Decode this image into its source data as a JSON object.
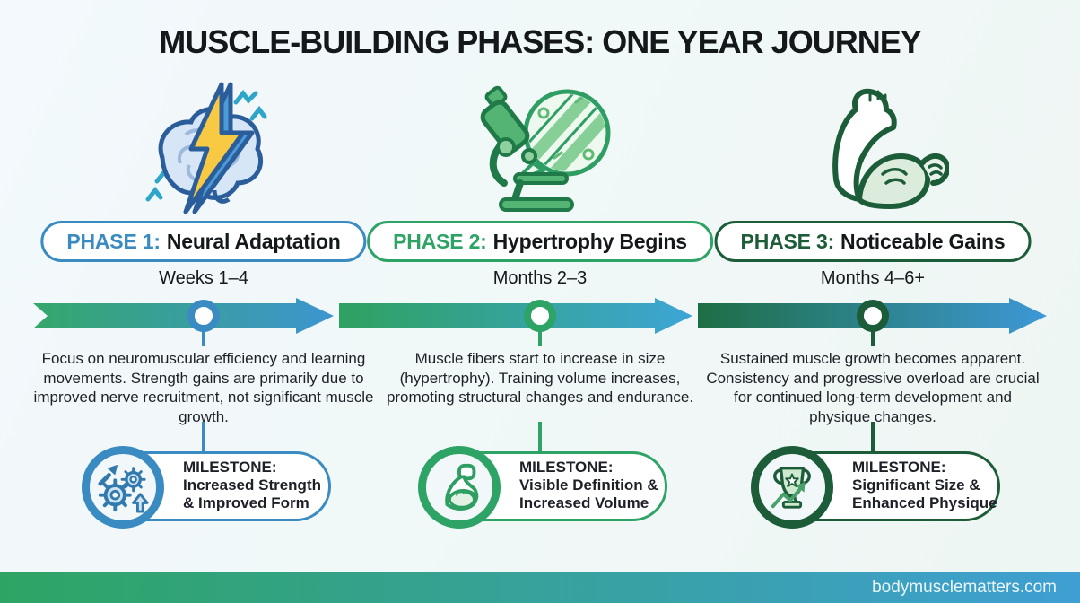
{
  "title": "MUSCLE-BUILDING PHASES: ONE YEAR JOURNEY",
  "colors": {
    "phase1_accent": "#3a8bc2",
    "phase2_accent": "#2ea366",
    "phase3_accent": "#1d5c38",
    "timeline_green": "#35a76b",
    "timeline_blue": "#3d95d0",
    "footer_green": "#2ea464",
    "footer_blue": "#3f9fd3",
    "background": "#f1f7f9"
  },
  "phases": [
    {
      "pill_prefix": "PHASE 1:",
      "pill_title": "Neural Adaptation",
      "timeframe": "Weeks 1–4",
      "top_icon": "brain-lightning-icon",
      "description": "Focus on neuromuscular efficiency and learning movements. Strength gains are primarily due to improved nerve recruitment, not significant muscle growth.",
      "milestone_label": "MILESTONE:",
      "milestone_text": "Increased Strength & Improved Form",
      "milestone_icon": "gears-arrows-icon"
    },
    {
      "pill_prefix": "PHASE 2:",
      "pill_title": "Hypertrophy Begins",
      "timeframe": "Months 2–3",
      "top_icon": "microscope-muscle-fibers-icon",
      "description": "Muscle fibers start to increase in size (hypertrophy). Training volume increases, promoting structural changes and endurance.",
      "milestone_label": "MILESTONE:",
      "milestone_text": "Visible Definition & Increased Volume",
      "milestone_icon": "flexed-arm-tape-icon"
    },
    {
      "pill_prefix": "PHASE 3:",
      "pill_title": "Noticeable Gains",
      "timeframe": "Months 4–6+",
      "top_icon": "flexed-arm-icon",
      "description": "Sustained muscle growth becomes apparent. Consistency and progressive overload are crucial for continued long-term development and physique changes.",
      "milestone_label": "MILESTONE:",
      "milestone_text": "Significant Size & Enhanced Physique",
      "milestone_icon": "trophy-arrow-icon"
    }
  ],
  "footer": {
    "website": "bodymusclematters.com"
  }
}
